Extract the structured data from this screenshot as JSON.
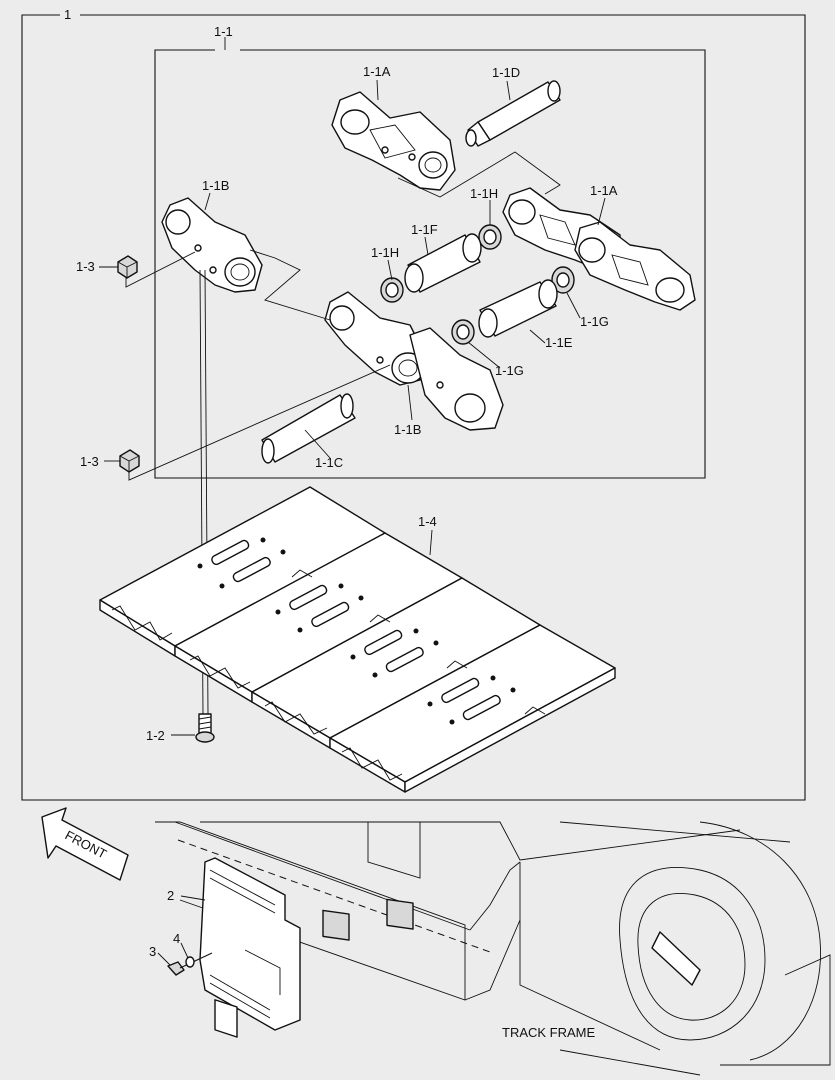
{
  "labels": {
    "assembly": "1",
    "sub_assembly": "1-1",
    "link_a_top": "1-1A",
    "link_a_right": "1-1A",
    "link_b_left": "1-1B",
    "link_b_center": "1-1B",
    "pin_c": "1-1C",
    "pin_d": "1-1D",
    "bushing_e": "1-1E",
    "bushing_f": "1-1F",
    "seal_g_right": "1-1G",
    "seal_g_center": "1-1G",
    "seal_h_top": "1-1H",
    "seal_h_left": "1-1H",
    "bolt": "1-2",
    "nut_top": "1-3",
    "nut_bottom": "1-3",
    "shoe": "1-4",
    "guard": "2",
    "guard_bolt": "3",
    "guard_washer": "4",
    "front": "FRONT",
    "track_frame": "TRACK FRAME"
  }
}
